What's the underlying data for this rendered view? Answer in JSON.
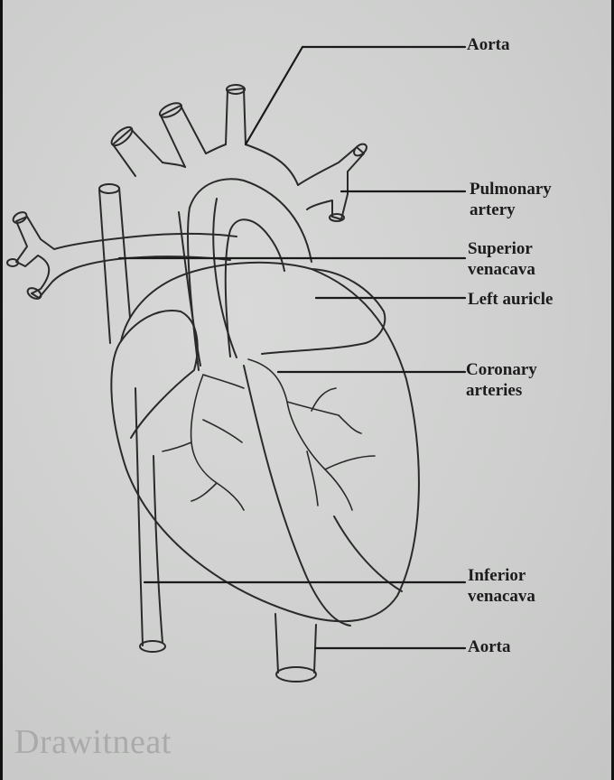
{
  "labels": {
    "aorta_top": "Aorta",
    "pulmonary_1": "Pulmonary",
    "pulmonary_2": "artery",
    "svc_1": "Superior",
    "svc_2": "venacava",
    "left_auricle": "Left auricle",
    "coronary_1": "Coronary",
    "coronary_2": "arteries",
    "ivc_1": "Inferior",
    "ivc_2": "venacava",
    "aorta_bottom": "Aorta"
  },
  "watermark": "Drawitneat",
  "colors": {
    "background": "#cfd0cf",
    "line": "#2a2a2a",
    "watermark": "#a9aaa9"
  }
}
